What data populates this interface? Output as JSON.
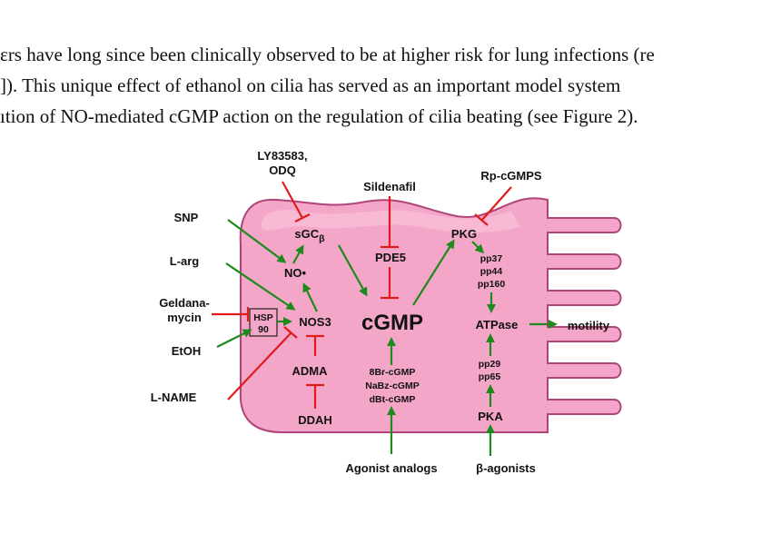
{
  "text_lines": [
    "ɛrs have long since been clinically observed to be at higher risk for lung infections (re",
    "]). This unique effect of ethanol on cilia has served as an important model system",
    "ıtion of NO-mediated cGMP action on the regulation of cilia beating (see Figure 2)."
  ],
  "colors": {
    "cell_fill": "#f4a6c8",
    "cell_stroke": "#b0447a",
    "activation": "#1e8a1e",
    "inhibition": "#e01b1b"
  },
  "figure": {
    "labels": {
      "ly_odq_1": "LY83583,",
      "ly_odq_2": "ODQ",
      "sildenafil": "Sildenafil",
      "rp_cgmps": "Rp-cGMPS",
      "snp": "SNP",
      "sgc": "sGC",
      "sgc_sub": "β",
      "pde5": "PDE5",
      "pkg": "PKG",
      "l_arg": "L-arg",
      "no": "NO•",
      "pp37": "pp37",
      "pp44": "pp44",
      "pp160": "pp160",
      "geldana_1": "Geldana-",
      "geldana_2": "mycin",
      "hsp_1": "HSP",
      "hsp_2": "90",
      "nos3": "NOS3",
      "cgmp": "cGMP",
      "atpase": "ATPase",
      "motility": "motility",
      "etoh": "EtOH",
      "adma": "ADMA",
      "br_cgmp": "8Br-cGMP",
      "nabz_cgmp": "NaBz-cGMP",
      "dbt_cgmp": "dBt-cGMP",
      "pp29": "pp29",
      "pp65": "pp65",
      "l_name": "L-NAME",
      "ddah": "DDAH",
      "pka": "PKA",
      "agonist_analogs": "Agonist analogs",
      "beta_agonists": "β-agonists"
    }
  }
}
